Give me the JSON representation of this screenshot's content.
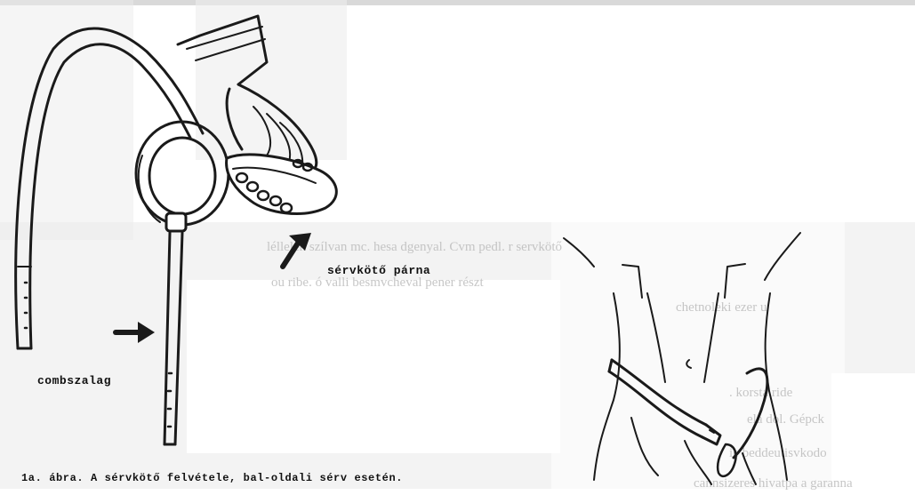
{
  "figure": {
    "label_pad": "sérvkötő párna",
    "label_strap": "combszalag",
    "caption": "1a. ábra. A sérvkötő felvétele, bal-oldali sérv esetén.",
    "ink_color": "#1a1a1a",
    "paper_color": "#ffffff",
    "bleed_color": "#c4c4c4"
  }
}
